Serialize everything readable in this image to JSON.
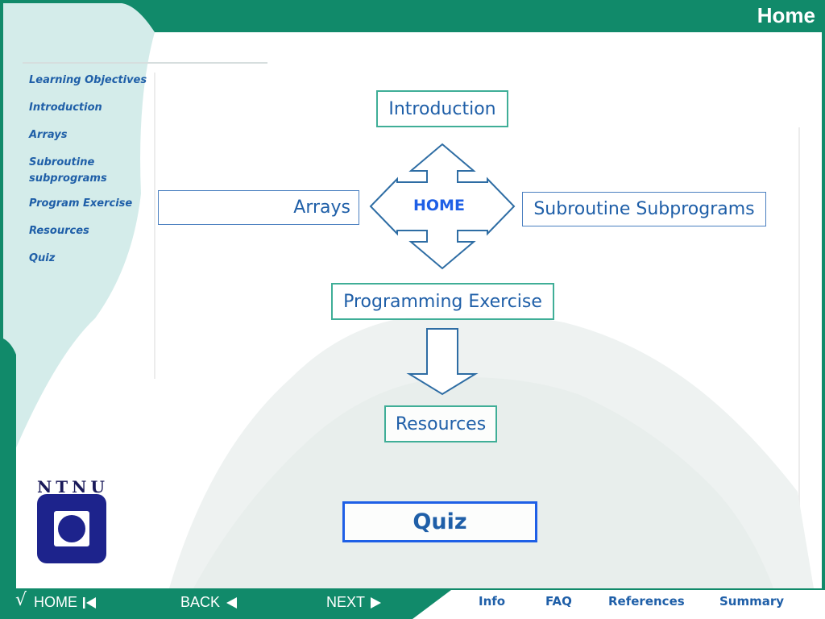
{
  "header": {
    "title": "Home"
  },
  "sidebar": {
    "items": [
      {
        "label": "Learning Objectives"
      },
      {
        "label": "Introduction"
      },
      {
        "label": "Arrays"
      },
      {
        "label": "Subroutine subprograms"
      },
      {
        "label": "Program Exercise"
      },
      {
        "label": "Resources"
      },
      {
        "label": "Quiz"
      }
    ]
  },
  "diagram": {
    "introduction": "Introduction",
    "arrays": "Arrays",
    "subroutines": "Subroutine Subprograms",
    "home": "HOME",
    "programming_exercise": "Programming Exercise",
    "resources": "Resources",
    "quiz": "Quiz"
  },
  "logo": {
    "text": "NTNU"
  },
  "nav": {
    "check": "√",
    "home": "HOME",
    "back": "BACK",
    "next": "NEXT"
  },
  "footer": {
    "info": "Info",
    "faq": "FAQ",
    "references": "References",
    "summary": "Summary"
  },
  "colors": {
    "teal": "#118a6a",
    "light_teal": "#d4ecea",
    "link_blue": "#1f5fa8",
    "quiz_blue": "#1e5fe6",
    "green_border": "#3fae97",
    "logo_navy": "#1d238c"
  }
}
